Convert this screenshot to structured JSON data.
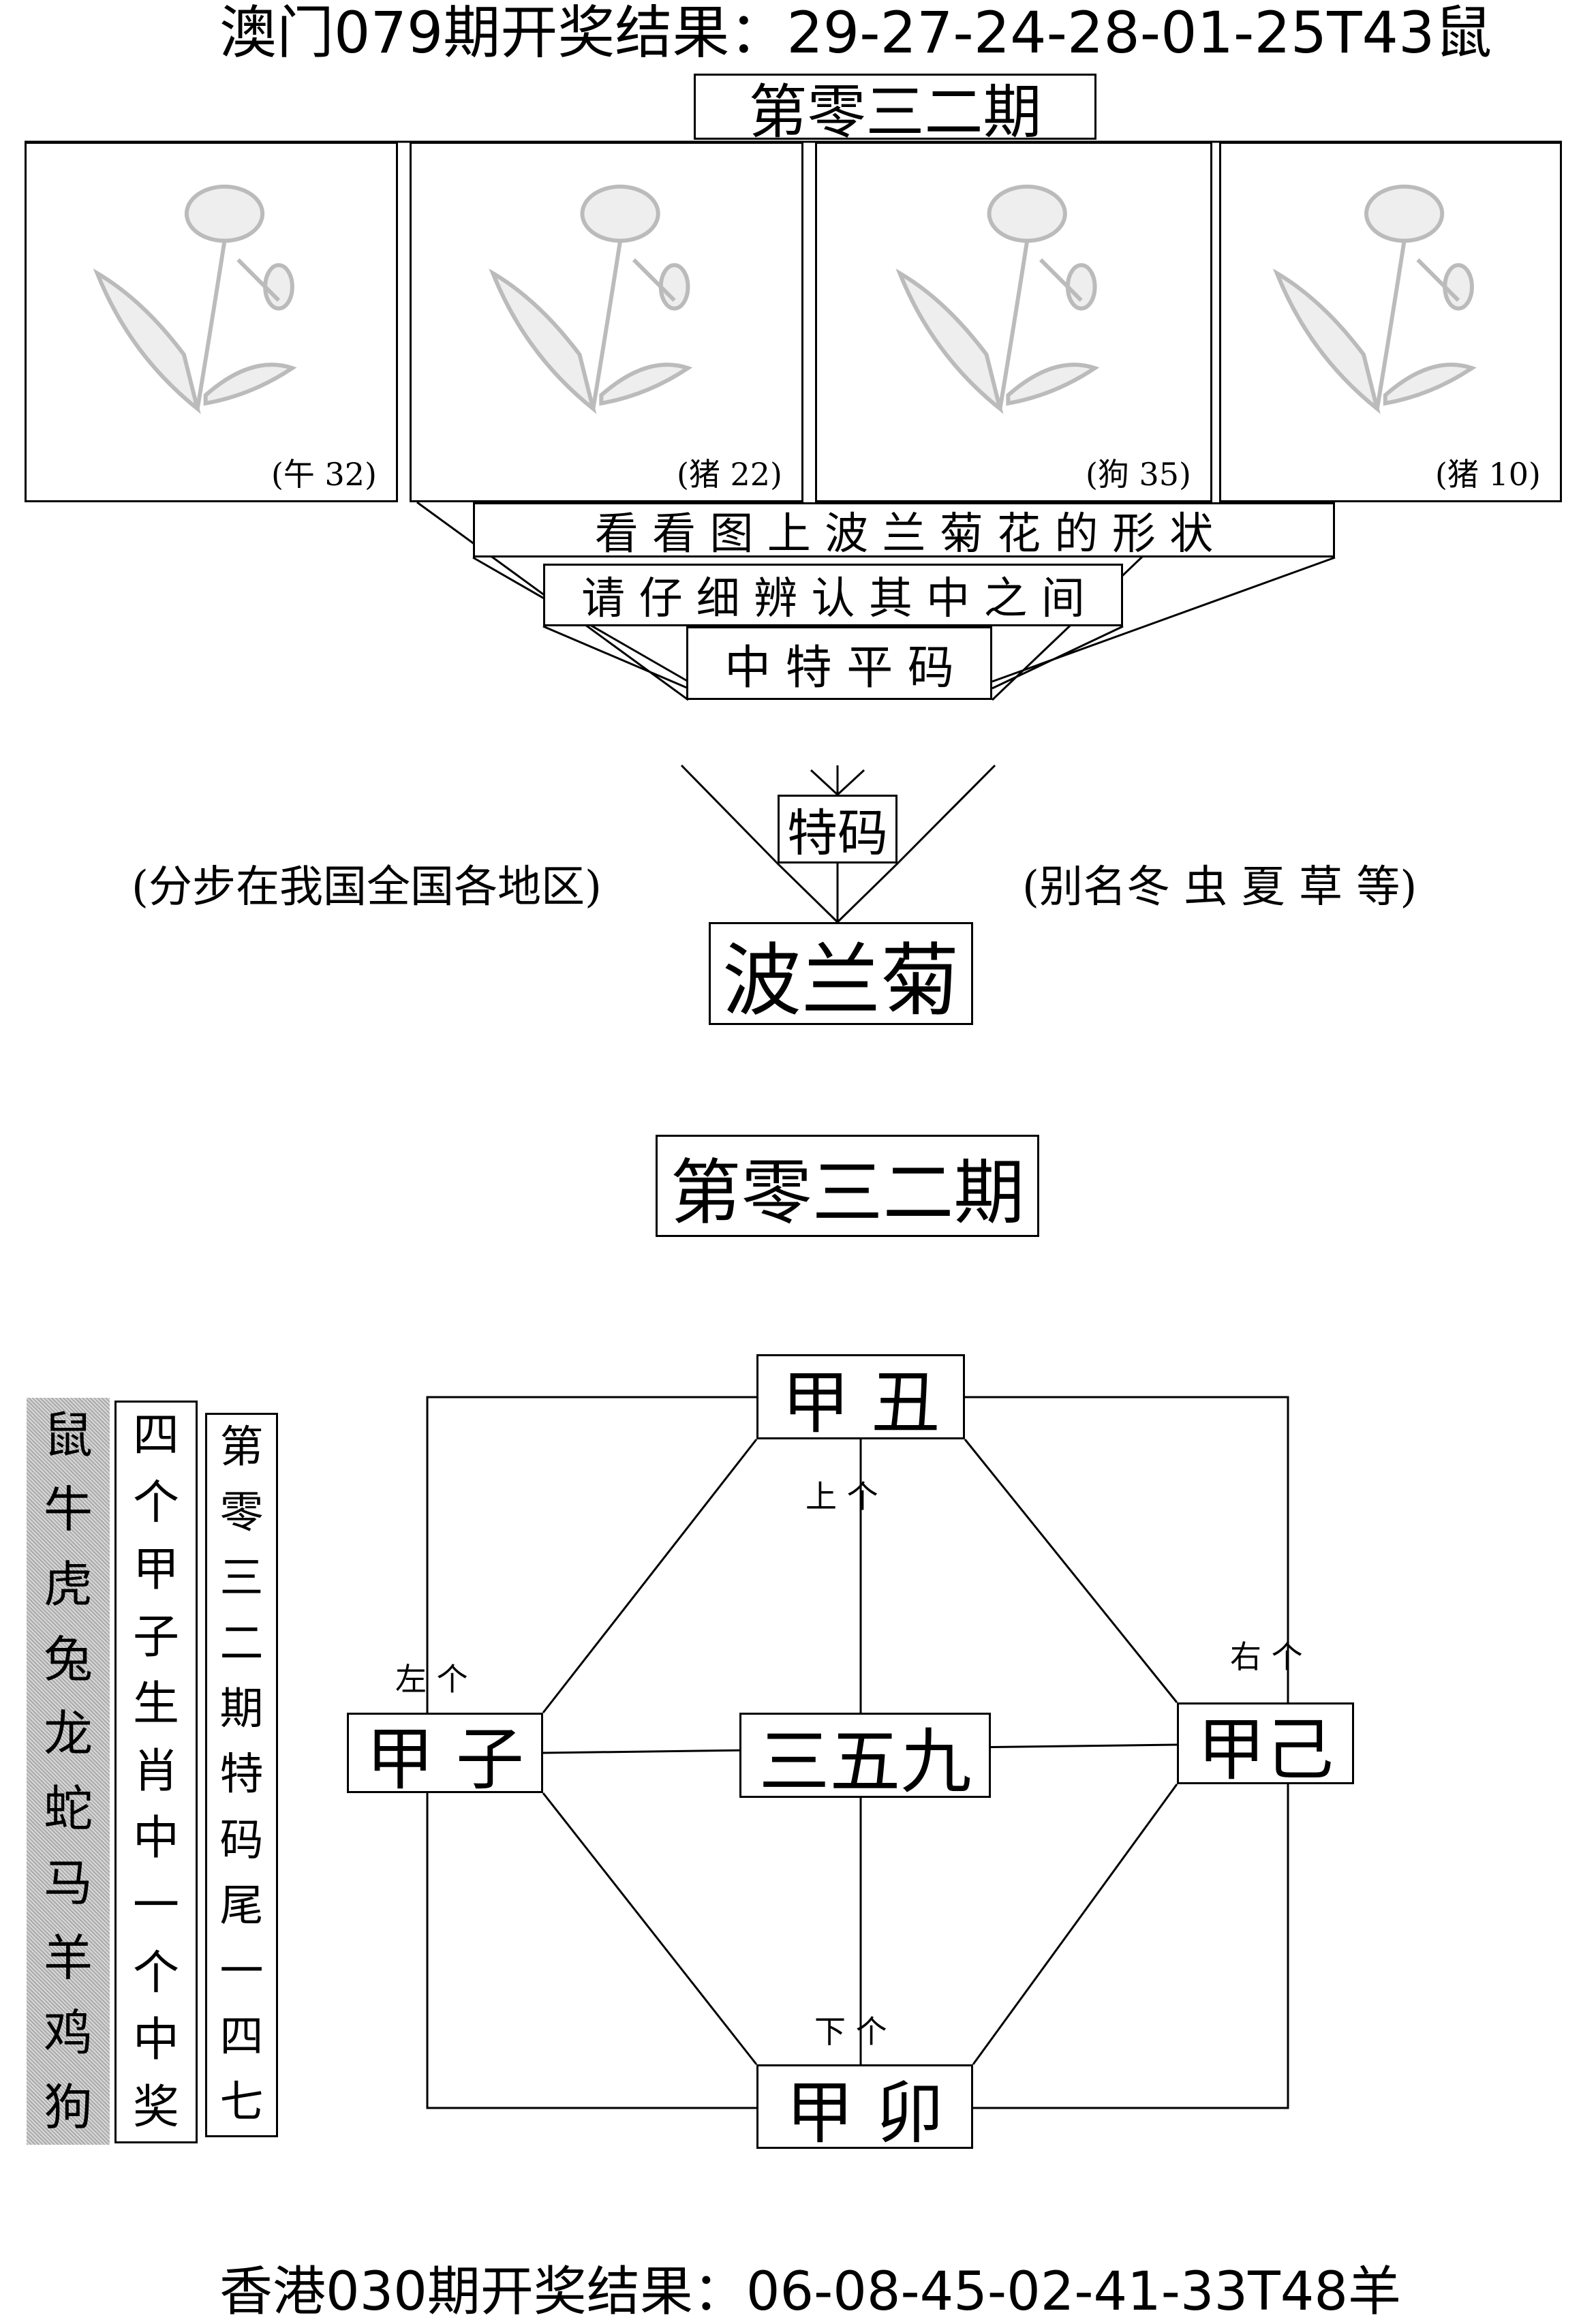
{
  "header": {
    "macau_result": "澳门079期开奖结果：29-27-24-28-01-25T43鼠"
  },
  "period_title": "第零三二期",
  "flower_panels": [
    {
      "label": "(午 32)"
    },
    {
      "label": "(猪 22)"
    },
    {
      "label": "(狗 35)"
    },
    {
      "label": "(猪 10)"
    }
  ],
  "funnel": {
    "line1": "看 看 图 上 波 兰 菊 花 的 形 状",
    "line2": "请 仔 细 辨 认 其 中 之 间",
    "line3": "中 特 平 码",
    "tema": "特码",
    "left_note": "(分步在我国全国各地区)",
    "right_note": "(别名冬 虫 夏 草 等)",
    "answer": "波兰菊"
  },
  "period_title_2": "第零三二期",
  "diagram": {
    "top": "甲 丑",
    "left": "甲 子",
    "right": "甲己",
    "bottom": "甲 卯",
    "center": "三五九",
    "label_top": "上 个",
    "label_left": "左 个",
    "label_right": "右 个",
    "label_bottom": "下 个"
  },
  "side_columns": {
    "zodiacs": [
      "鼠",
      "牛",
      "虎",
      "兔",
      "龙",
      "蛇",
      "马",
      "羊",
      "鸡",
      "狗"
    ],
    "col2": [
      "四",
      "个",
      "甲",
      "子",
      "生",
      "肖",
      "中",
      "一",
      "个",
      "中",
      "奖"
    ],
    "col3": [
      "第",
      "零",
      "三",
      "二",
      "期",
      "特",
      "码",
      "尾",
      "一",
      "四",
      "七"
    ]
  },
  "footer": {
    "hk_result": "香港030期开奖结果：06-08-45-02-41-33T48羊"
  }
}
